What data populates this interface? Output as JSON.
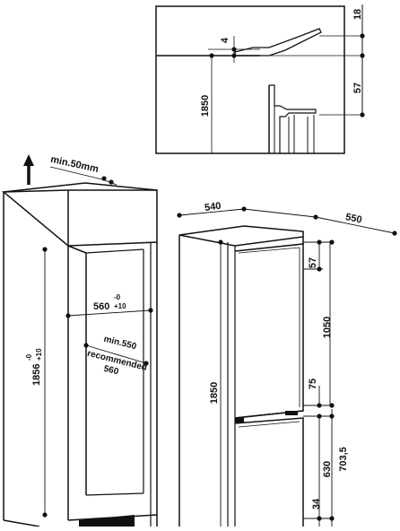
{
  "detail_panel": {
    "dim_top": "18",
    "dim_gap": "4",
    "dim_right": "57",
    "dim_height": "1850"
  },
  "niche": {
    "airflow": "min.50mm",
    "width_main": "560",
    "width_sup": "-0",
    "width_sub": "+10",
    "height_main": "1856",
    "height_sup": "-0",
    "height_sub": "+10",
    "depth_min": "min.550",
    "depth_rec_label": "recommended",
    "depth_rec_value": "560"
  },
  "appliance": {
    "width": "540",
    "depth": "550",
    "height": "1850",
    "dim_57": "57",
    "dim_1050": "1050",
    "dim_75": "75",
    "dim_630": "630",
    "dim_703": "703,5",
    "dim_34": "34"
  }
}
